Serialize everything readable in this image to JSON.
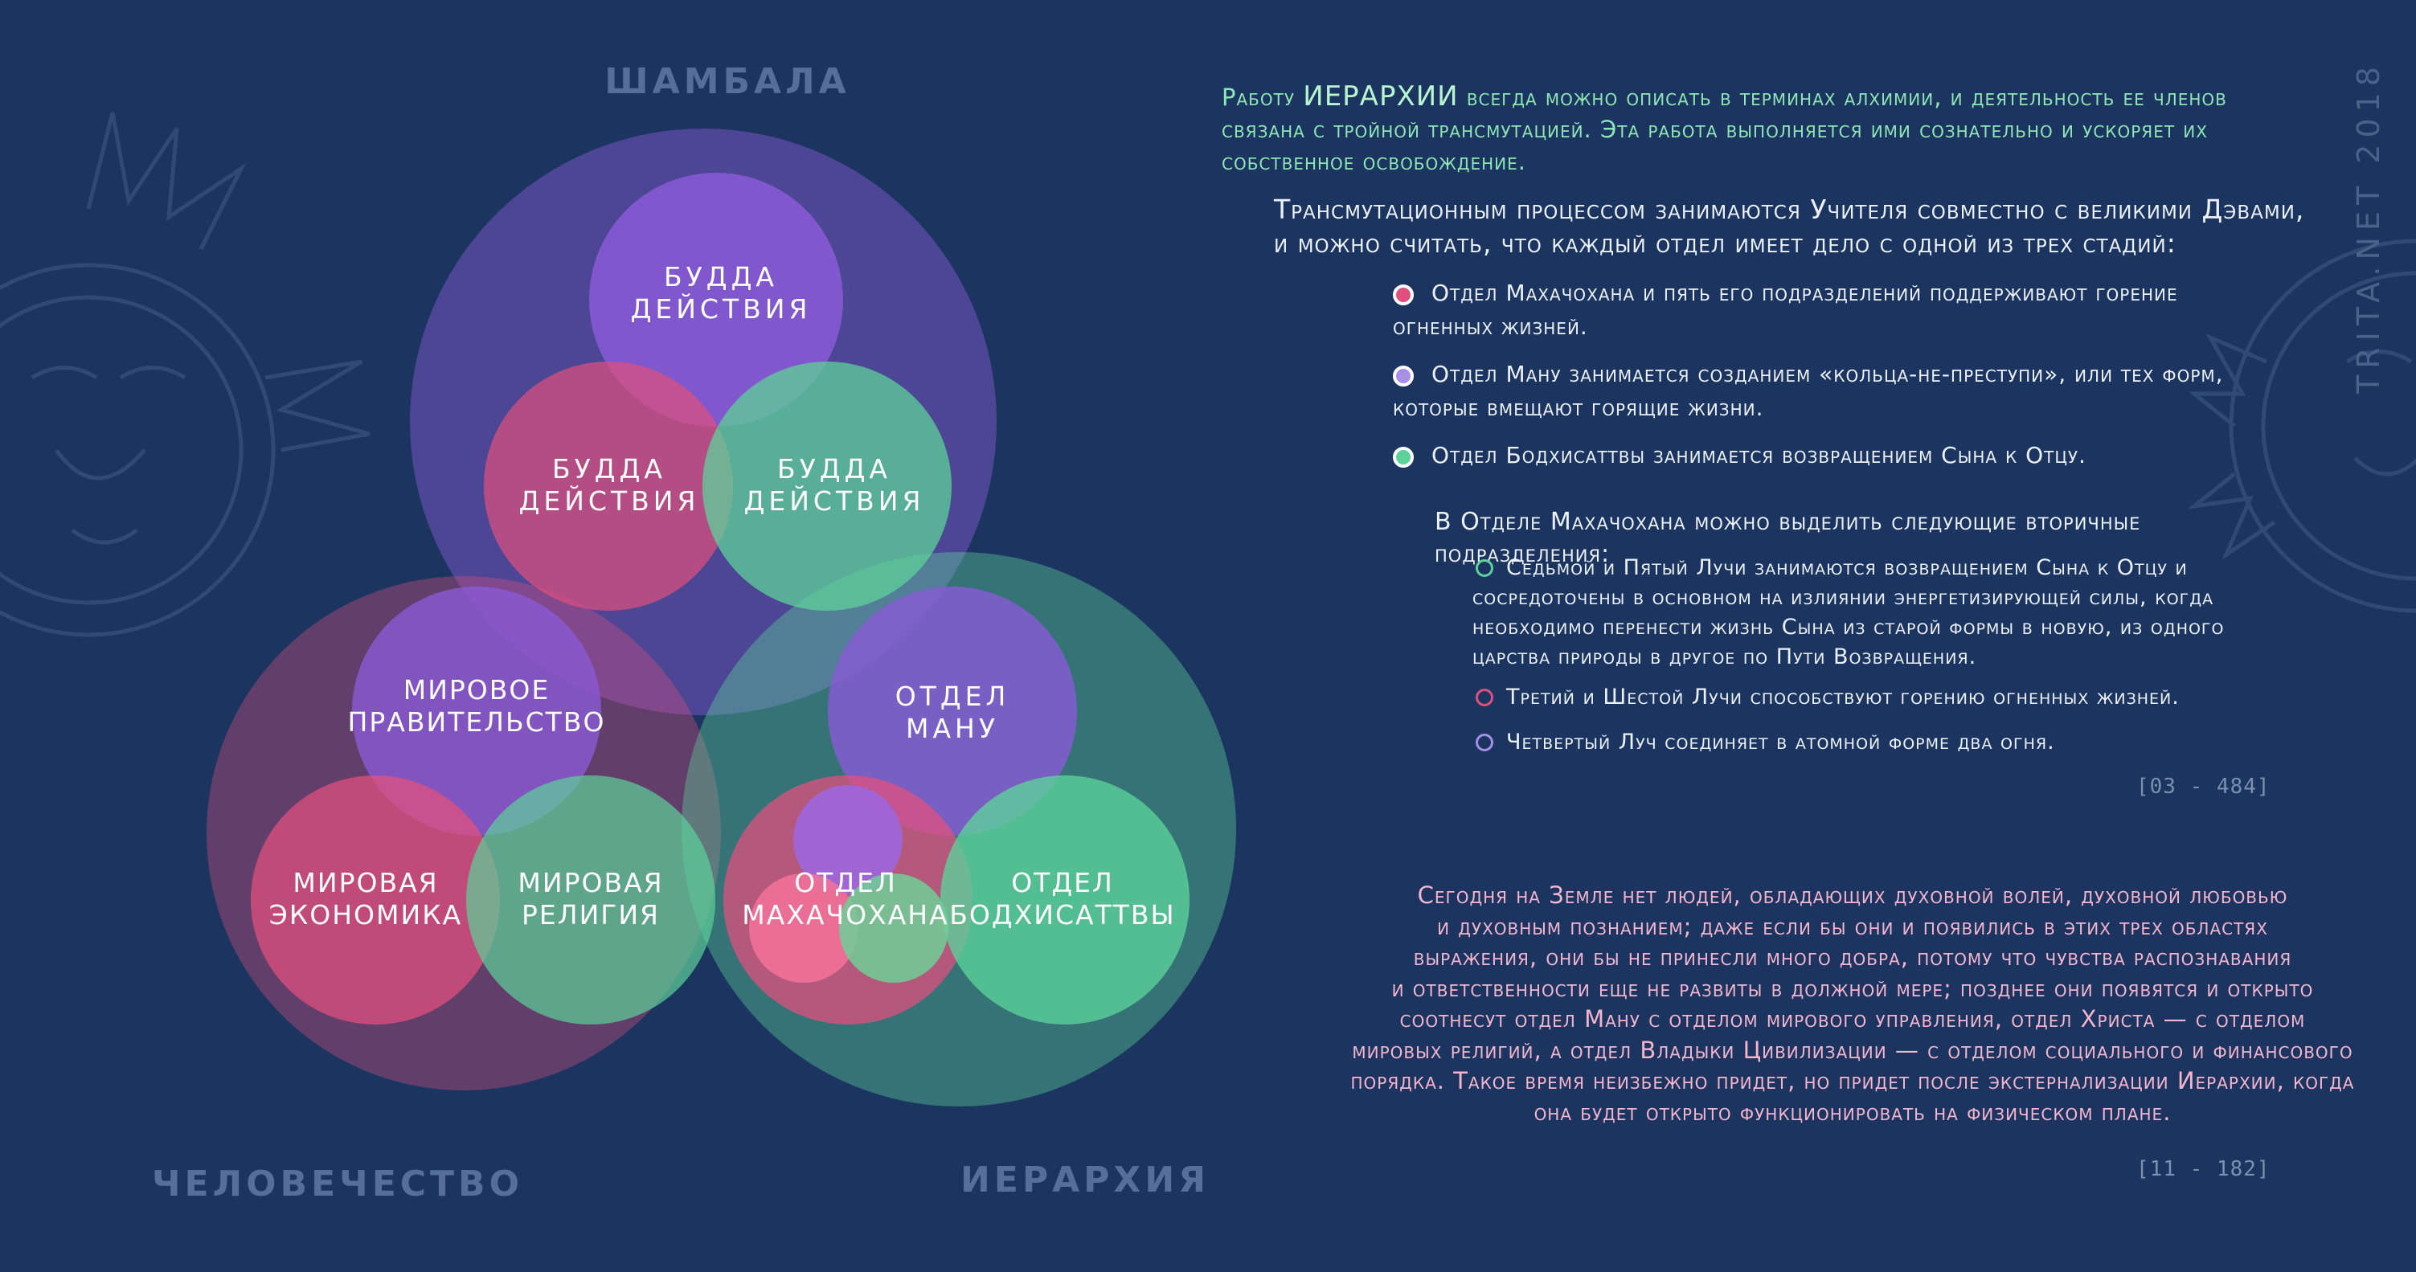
{
  "diagram": {
    "outer_labels": {
      "shambala": "ШАМБАЛА",
      "humanity": "ЧЕЛОВЕЧЕСТВО",
      "hierarchy": "ИЕРАРХИЯ"
    },
    "shambala_circles": {
      "top": [
        "БУДДА",
        "ДЕЙСТВИЯ"
      ],
      "left": [
        "БУДДА",
        "ДЕЙСТВИЯ"
      ],
      "right": [
        "БУДДА",
        "ДЕЙСТВИЯ"
      ]
    },
    "humanity_circles": {
      "top": [
        "МИРОВОЕ",
        "ПРАВИТЕЛЬСТВО"
      ],
      "left": [
        "МИРОВАЯ",
        "ЭКОНОМИКА"
      ],
      "right": [
        "МИРОВАЯ",
        "РЕЛИГИЯ"
      ]
    },
    "hierarchy_circles": {
      "top": [
        "ОТДЕЛ",
        "МАНУ"
      ],
      "left": [
        "ОТДЕЛ",
        "МАХАЧОХАНА"
      ],
      "right": [
        "ОТДЕЛ",
        "БОДХИСАТТВЫ"
      ]
    },
    "colors": {
      "background": "#1b3560",
      "violet": "#8a5ad6",
      "pink": "#e0507e",
      "green": "#5dd19a",
      "label": "#566e99"
    }
  },
  "text": {
    "intro": {
      "w1": "Работу",
      "w2": "ИЕРАРХИИ",
      "w3": "всегда можно описать в терминах алхимии, и деятельность ее членов связана с тройной трансмутацией. Эта работа выполняется ими сознательно и ускоряет их собственное освобождение."
    },
    "para2": "Трансмутационным процессом занимаются Учителя совместно с великими Дэвами, и можно считать, что каждый отдел имеет дело с одной из трех стадий:",
    "bullets": [
      "Отдел Махачохана и пять его подразделений поддерживают горение огненных жизней.",
      "Отдел Ману занимается созданием «кольца-не-преступи», или тех форм, которые вмещают горящие жизни.",
      "Отдел Бодхисаттвы занимается возвращением Сына к Отцу."
    ],
    "para3": "В Отделе Махачохана можно выделить следующие вторичные подразделения:",
    "subbullets": [
      "Седьмой и Пятый Лучи занимаются возвращением Сына к Отцу и сосредоточены в основном на излиянии энергетизирующей силы, когда необходимо перенести жизнь Сына из старой формы в новую, из одного царства природы в другое по Пути Возвращения.",
      "Третий и Шестой Лучи способствуют горению огненных жизней.",
      "Четвертый Луч соединяет в атомной форме два огня."
    ],
    "ref1": "[03 - 484]",
    "quote_lines": [
      "Сегодня на Земле нет людей, обладающих духовной волей, духовной любовью",
      "и духовным познанием; даже если бы они и появились в этих трех областях",
      "выражения, они бы не принесли много добра, потому что чувства распознавания",
      "и ответственности еще не развиты в должной мере; позднее они появятся и открыто",
      "соотнесут отдел Ману с отделом мирового управления, отдел Христа — с отделом",
      "мировых религий, а отдел Владыки Цивилизации — с отделом социального и финансового",
      "порядка. Такое время неизбежно придет, но придет после экстернализации Иерархии, когда",
      "она будет открыто функционировать на физическом плане."
    ],
    "ref2": "[11 - 182]",
    "watermark": "TRITA.NET 2018"
  }
}
